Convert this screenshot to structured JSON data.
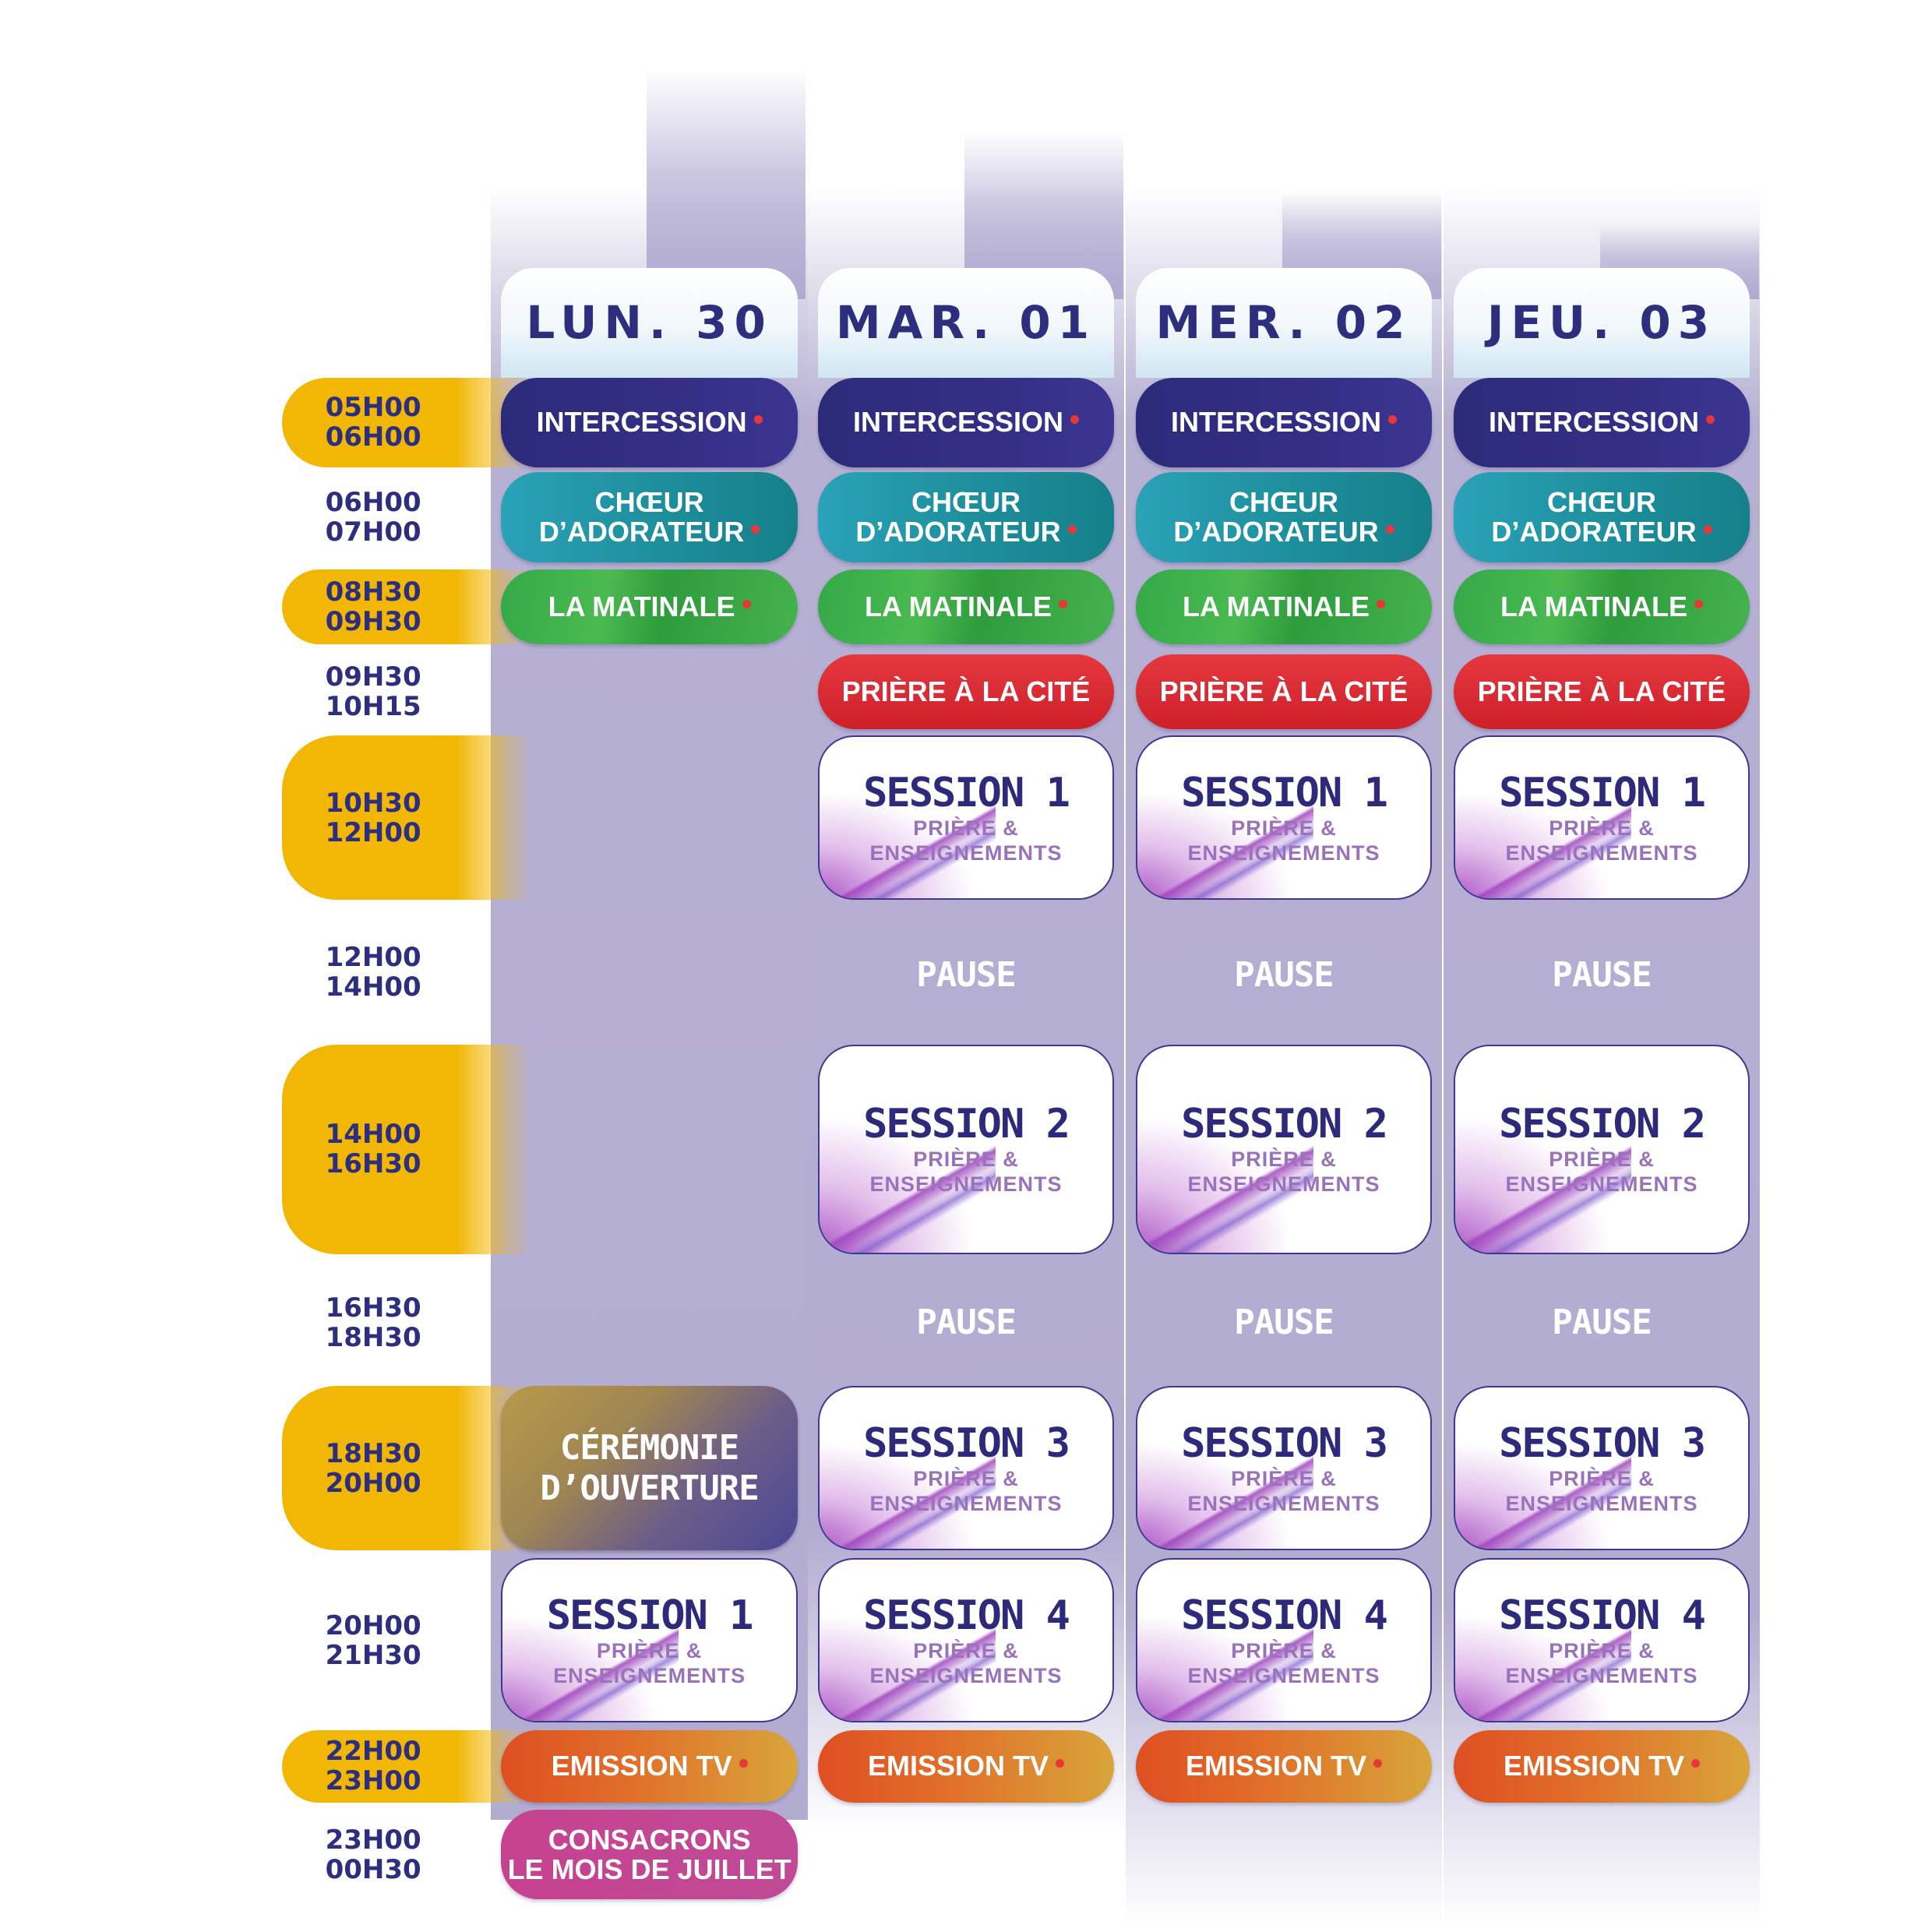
{
  "days": [
    "LUN. 30",
    "MAR. 01",
    "MER. 02",
    "JEU. 03"
  ],
  "times": [
    {
      "start": "05H00",
      "end": "06H00"
    },
    {
      "start": "06H00",
      "end": "07H00"
    },
    {
      "start": "08H30",
      "end": "09H30"
    },
    {
      "start": "09H30",
      "end": "10H15"
    },
    {
      "start": "10H30",
      "end": "12H00"
    },
    {
      "start": "12H00",
      "end": "14H00"
    },
    {
      "start": "14H00",
      "end": "16H30"
    },
    {
      "start": "16H30",
      "end": "18H30"
    },
    {
      "start": "18H30",
      "end": "20H00"
    },
    {
      "start": "20H00",
      "end": "21H30"
    },
    {
      "start": "22H00",
      "end": "23H00"
    },
    {
      "start": "23H00",
      "end": "00H30"
    }
  ],
  "events": {
    "intercession": "INTERCESSION",
    "choeur_line1": "CHŒUR",
    "choeur_line2": "D’ADORATEUR",
    "matinale": "LA MATINALE",
    "priere_cite": "PRIÈRE À LA CITÉ",
    "session_1": "SESSION 1",
    "session_2": "SESSION 2",
    "session_3": "SESSION 3",
    "session_4": "SESSION 4",
    "session_sub_line1": "PRIÈRE &",
    "session_sub_line2": "ENSEIGNEMENTS",
    "pause": "PAUSE",
    "ceremonie_line1": "CÉRÉMONIE",
    "ceremonie_line2": "D’OUVERTURE",
    "emission_tv": "EMISSION TV",
    "consacrons_line1": "CONSACRONS",
    "consacrons_line2": "LE MOIS DE JUILLET"
  },
  "colors": {
    "highlight": "#f2b705",
    "title": "#2d2f7e",
    "column": "#b3acd1",
    "intercession": "#2c2b7a",
    "choeur": "#1d8e9b",
    "matinale": "#3cae48",
    "priere_cite": "#d9252d",
    "emission_tv": "#e0702a",
    "consacrons": "#c6428f",
    "live_dot": "#e8373a"
  }
}
